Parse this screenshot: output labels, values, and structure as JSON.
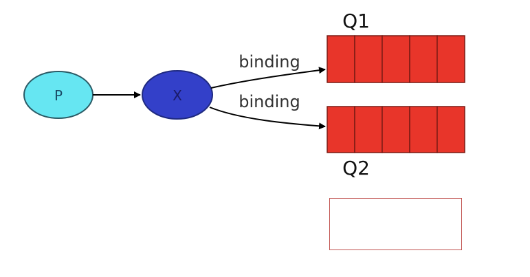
{
  "producer": {
    "label": "P",
    "fill": "#66e6f2",
    "stroke": "#2b5b66",
    "text_color": "#1a4a66"
  },
  "exchange": {
    "label": "X",
    "fill": "#3340c9",
    "stroke": "#1f2a80",
    "text_color": "#1a1a66"
  },
  "bindings": [
    {
      "label": "binding"
    },
    {
      "label": "binding"
    }
  ],
  "queues": [
    {
      "label": "Q1",
      "cells": 5
    },
    {
      "label": "Q2",
      "cells": 5
    }
  ],
  "queue_style": {
    "fill": "#e8352a",
    "stroke": "#7a1b14"
  },
  "empty_box": {
    "border_color": "#c0504d"
  }
}
